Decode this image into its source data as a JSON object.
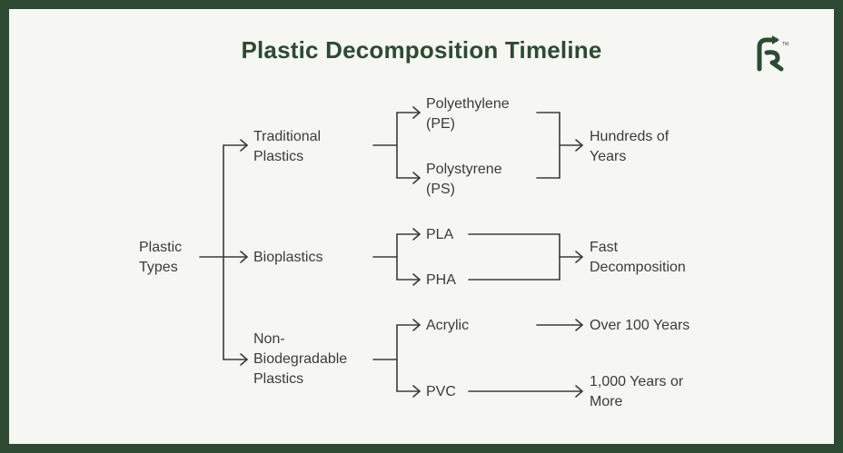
{
  "title": "Plastic Decomposition Timeline",
  "logo_icon": "recycle-r-logo-icon",
  "colors": {
    "frame": "#2f4a33",
    "title": "#2d4a32",
    "line": "#3b3b3b",
    "background": "#f6f6f3"
  },
  "nodes": {
    "root": "Plastic\nTypes",
    "traditional": "Traditional\nPlastics",
    "bioplastics": "Bioplastics",
    "non_bio": "Non-\nBiodegradable\nPlastics",
    "pe": "Polyethylene\n(PE)",
    "ps": "Polystyrene\n(PS)",
    "pla": "PLA",
    "pha": "PHA",
    "acrylic": "Acrylic",
    "pvc": "PVC",
    "hundreds": "Hundreds of\nYears",
    "fast": "Fast\nDecomposition",
    "over100": "Over 100 Years",
    "thousand": "1,000 Years or\nMore"
  }
}
